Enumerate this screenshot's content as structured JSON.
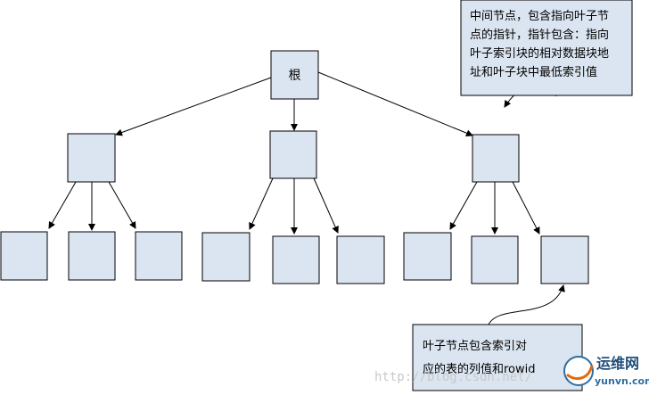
{
  "diagram": {
    "root_label": "根",
    "internal_note": {
      "lines": [
        "中间节点，包含指向叶子节",
        "点的指针，指针包含：指向",
        "叶子索引块的相对数据块地",
        "址和叶子块中最低索引值"
      ]
    },
    "leaf_note": {
      "lines": [
        "叶子节点包含索引对",
        "应的表的列值和rowid"
      ]
    }
  },
  "watermark": {
    "url_text": "http://blog.csdn.net/",
    "logo_text": "运维网",
    "logo_sub": "yunvn.com"
  },
  "colors": {
    "node_fill": "#dbe5f1",
    "stroke": "#000000",
    "watermark_gray": "#c8c8c8",
    "logo_blue": "#1f4e79"
  }
}
